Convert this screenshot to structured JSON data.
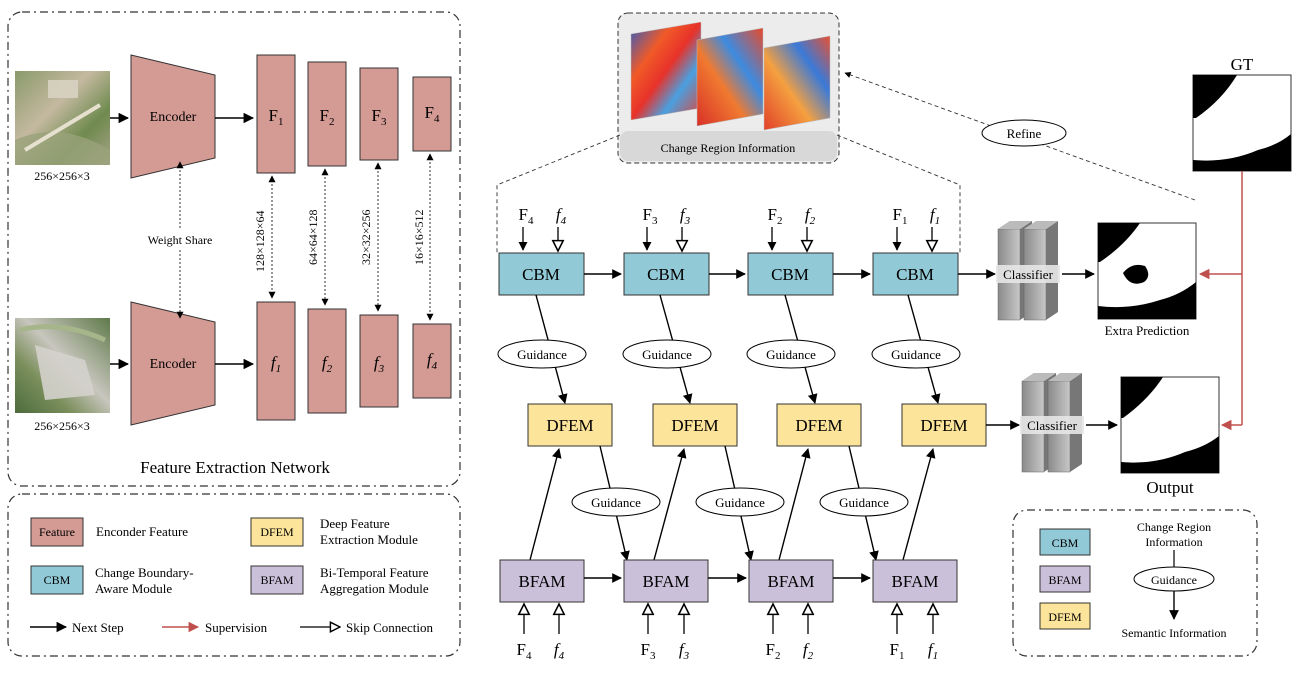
{
  "feature_extraction": {
    "title": "Feature Extraction Network",
    "encoder_label": "Encoder",
    "weight_share": "Weight Share",
    "image_size": "256×256×3",
    "features_t1": [
      {
        "base": "F",
        "sub": "1"
      },
      {
        "base": "F",
        "sub": "2"
      },
      {
        "base": "F",
        "sub": "3"
      },
      {
        "base": "F",
        "sub": "4"
      }
    ],
    "features_t2": [
      {
        "base": "f",
        "sub": "1"
      },
      {
        "base": "f",
        "sub": "2"
      },
      {
        "base": "f",
        "sub": "3"
      },
      {
        "base": "f",
        "sub": "4"
      }
    ],
    "dims": [
      "128×128×64",
      "64×64×128",
      "32×32×256",
      "16×16×512"
    ]
  },
  "legend": {
    "feature_tag": "Feature",
    "feature_desc": "Enconder Feature",
    "dfem_tag": "DFEM",
    "dfem_desc_1": "Deep Feature",
    "dfem_desc_2": "Extraction Module",
    "cbm_tag": "CBM",
    "cbm_desc_1": "Change Boundary-",
    "cbm_desc_2": "Aware Module",
    "bfam_tag": "BFAM",
    "bfam_desc_1": "Bi-Temporal Feature",
    "bfam_desc_2": "Aggregation Module",
    "next_step": "Next Step",
    "supervision": "Supervision",
    "skip_connection": "Skip Connection"
  },
  "main": {
    "change_region_title": "Change Region Information",
    "refine": "Refine",
    "guidance": "Guidance",
    "cbm_label": "CBM",
    "dfem_label": "DFEM",
    "bfam_label": "BFAM",
    "classifier": "Classifier",
    "gt": "GT",
    "extra_prediction": "Extra Prediction",
    "output": "Output",
    "cbm_inputs": [
      {
        "a": "F",
        "as": "4",
        "b": "f",
        "bs": "4"
      },
      {
        "a": "F",
        "as": "3",
        "b": "f",
        "bs": "3"
      },
      {
        "a": "F",
        "as": "2",
        "b": "f",
        "bs": "2"
      },
      {
        "a": "F",
        "as": "1",
        "b": "f",
        "bs": "1"
      }
    ]
  },
  "legend2": {
    "cbm": "CBM",
    "bfam": "BFAM",
    "dfem": "DFEM",
    "change_region_1": "Change Region",
    "change_region_2": "Information",
    "guidance": "Guidance",
    "semantic": "Semantic Information"
  },
  "colors": {
    "feature": "#d49a94",
    "cbm": "#92c9d6",
    "dfem": "#fce49a",
    "bfam": "#cbc0da",
    "supervision": "#c0504d"
  }
}
